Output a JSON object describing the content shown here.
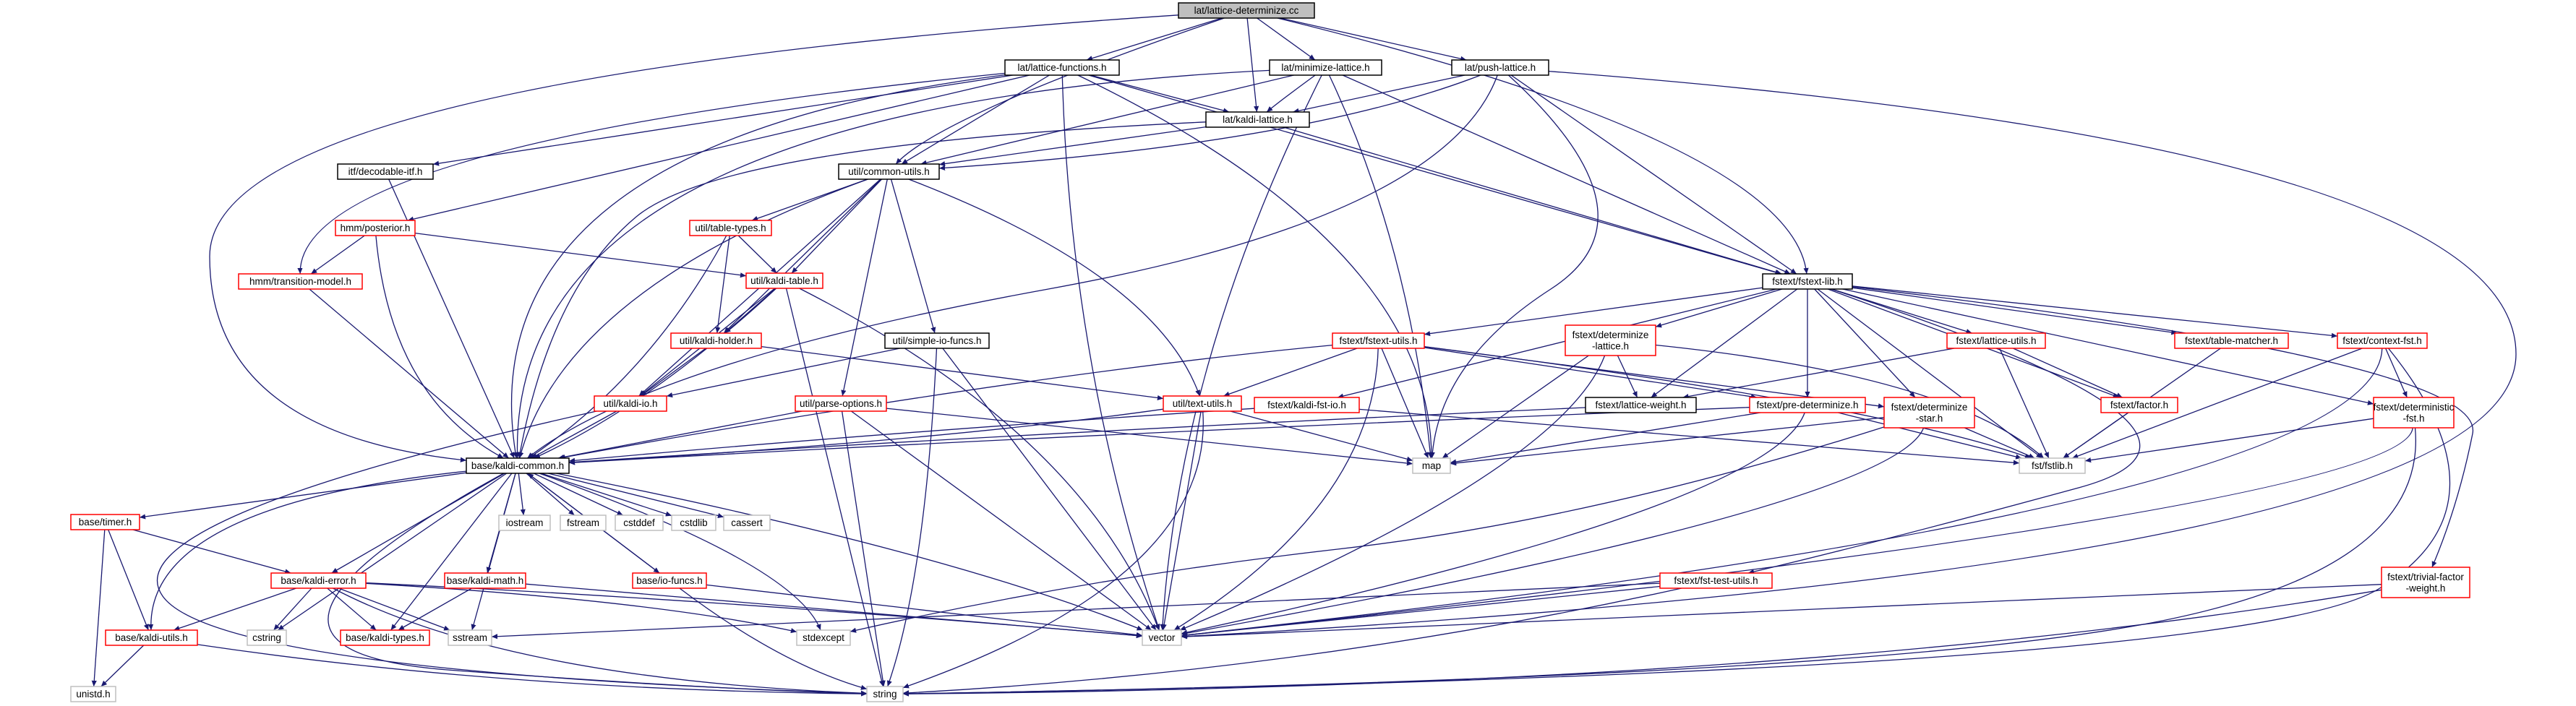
{
  "colors": {
    "edge": "#191970",
    "link_border": "#ff0000",
    "plain_border": "#000000",
    "external_border": "#bfbfbf",
    "external_text": "#404040",
    "root_fill": "#bfbfbf",
    "fill": "#ffffff"
  },
  "nodes": [
    {
      "id": "root",
      "lines": [
        "lat/lattice-determinize.cc"
      ],
      "style": "root"
    },
    {
      "id": "lf",
      "lines": [
        "lat/lattice-functions.h"
      ],
      "style": "plain"
    },
    {
      "id": "ml",
      "lines": [
        "lat/minimize-lattice.h"
      ],
      "style": "plain"
    },
    {
      "id": "pl",
      "lines": [
        "lat/push-lattice.h"
      ],
      "style": "plain"
    },
    {
      "id": "kl",
      "lines": [
        "lat/kaldi-lattice.h"
      ],
      "style": "plain"
    },
    {
      "id": "dec",
      "lines": [
        "itf/decodable-itf.h"
      ],
      "style": "plain"
    },
    {
      "id": "cu",
      "lines": [
        "util/common-utils.h"
      ],
      "style": "plain"
    },
    {
      "id": "post",
      "lines": [
        "hmm/posterior.h"
      ],
      "style": "link"
    },
    {
      "id": "tm",
      "lines": [
        "hmm/transition-model.h"
      ],
      "style": "link"
    },
    {
      "id": "tt",
      "lines": [
        "util/table-types.h"
      ],
      "style": "link"
    },
    {
      "id": "ktb",
      "lines": [
        "util/kaldi-table.h"
      ],
      "style": "link"
    },
    {
      "id": "kh",
      "lines": [
        "util/kaldi-holder.h"
      ],
      "style": "link"
    },
    {
      "id": "sif",
      "lines": [
        "util/simple-io-funcs.h"
      ],
      "style": "plain"
    },
    {
      "id": "kio",
      "lines": [
        "util/kaldi-io.h"
      ],
      "style": "link"
    },
    {
      "id": "po",
      "lines": [
        "util/parse-options.h"
      ],
      "style": "link"
    },
    {
      "id": "tu",
      "lines": [
        "util/text-utils.h"
      ],
      "style": "link"
    },
    {
      "id": "fl",
      "lines": [
        "fstext/fstext-lib.h"
      ],
      "style": "plain"
    },
    {
      "id": "fu",
      "lines": [
        "fstext/fstext-utils.h"
      ],
      "style": "link"
    },
    {
      "id": "dl",
      "lines": [
        "fstext/determinize",
        "-lattice.h"
      ],
      "style": "link"
    },
    {
      "id": "lu",
      "lines": [
        "fstext/lattice-utils.h"
      ],
      "style": "link"
    },
    {
      "id": "tmh",
      "lines": [
        "fstext/table-matcher.h"
      ],
      "style": "link"
    },
    {
      "id": "cf",
      "lines": [
        "fstext/context-fst.h"
      ],
      "style": "link"
    },
    {
      "id": "kfi",
      "lines": [
        "fstext/kaldi-fst-io.h"
      ],
      "style": "link"
    },
    {
      "id": "lw",
      "lines": [
        "fstext/lattice-weight.h"
      ],
      "style": "plain"
    },
    {
      "id": "pd",
      "lines": [
        "fstext/pre-determinize.h"
      ],
      "style": "link"
    },
    {
      "id": "ds",
      "lines": [
        "fstext/determinize",
        "-star.h"
      ],
      "style": "link"
    },
    {
      "id": "fac",
      "lines": [
        "fstext/factor.h"
      ],
      "style": "link"
    },
    {
      "id": "df",
      "lines": [
        "fstext/deterministic",
        "-fst.h"
      ],
      "style": "link"
    },
    {
      "id": "fstlib",
      "lines": [
        "fst/fstlib.h"
      ],
      "style": "external"
    },
    {
      "id": "map",
      "lines": [
        "map"
      ],
      "style": "external"
    },
    {
      "id": "kc",
      "lines": [
        "base/kaldi-common.h"
      ],
      "style": "plain"
    },
    {
      "id": "iostream",
      "lines": [
        "iostream"
      ],
      "style": "external"
    },
    {
      "id": "fstream",
      "lines": [
        "fstream"
      ],
      "style": "external"
    },
    {
      "id": "cstddef",
      "lines": [
        "cstddef"
      ],
      "style": "external"
    },
    {
      "id": "cstdlib",
      "lines": [
        "cstdlib"
      ],
      "style": "external"
    },
    {
      "id": "cassert",
      "lines": [
        "cassert"
      ],
      "style": "external"
    },
    {
      "id": "timer",
      "lines": [
        "base/timer.h"
      ],
      "style": "link"
    },
    {
      "id": "ke",
      "lines": [
        "base/kaldi-error.h"
      ],
      "style": "link"
    },
    {
      "id": "km",
      "lines": [
        "base/kaldi-math.h"
      ],
      "style": "link"
    },
    {
      "id": "iof",
      "lines": [
        "base/io-funcs.h"
      ],
      "style": "link"
    },
    {
      "id": "ftu",
      "lines": [
        "fstext/fst-test-utils.h"
      ],
      "style": "link"
    },
    {
      "id": "tfw",
      "lines": [
        "fstext/trivial-factor",
        "-weight.h"
      ],
      "style": "link"
    },
    {
      "id": "ku",
      "lines": [
        "base/kaldi-utils.h"
      ],
      "style": "link"
    },
    {
      "id": "cstring",
      "lines": [
        "cstring"
      ],
      "style": "external"
    },
    {
      "id": "kt",
      "lines": [
        "base/kaldi-types.h"
      ],
      "style": "link"
    },
    {
      "id": "sstream",
      "lines": [
        "sstream"
      ],
      "style": "external"
    },
    {
      "id": "stdexcept",
      "lines": [
        "stdexcept"
      ],
      "style": "external"
    },
    {
      "id": "vector",
      "lines": [
        "vector"
      ],
      "style": "external"
    },
    {
      "id": "unistd",
      "lines": [
        "unistd.h"
      ],
      "style": "external"
    },
    {
      "id": "string",
      "lines": [
        "string"
      ],
      "style": "external"
    }
  ],
  "edges": [
    [
      "root",
      "lf"
    ],
    [
      "root",
      "ml"
    ],
    [
      "root",
      "pl"
    ],
    [
      "root",
      "kl"
    ],
    [
      "root",
      "cu"
    ],
    [
      "root",
      "fl"
    ],
    [
      "root",
      "kc"
    ],
    [
      "lf",
      "kl"
    ],
    [
      "lf",
      "dec"
    ],
    [
      "lf",
      "cu"
    ],
    [
      "lf",
      "fl"
    ],
    [
      "lf",
      "post"
    ],
    [
      "lf",
      "tm"
    ],
    [
      "lf",
      "kc"
    ],
    [
      "lf",
      "map"
    ],
    [
      "lf",
      "vector"
    ],
    [
      "ml",
      "kl"
    ],
    [
      "ml",
      "cu"
    ],
    [
      "ml",
      "fl"
    ],
    [
      "ml",
      "kc"
    ],
    [
      "ml",
      "map"
    ],
    [
      "ml",
      "vector"
    ],
    [
      "pl",
      "kl"
    ],
    [
      "pl",
      "cu"
    ],
    [
      "pl",
      "fl"
    ],
    [
      "pl",
      "kc"
    ],
    [
      "pl",
      "map"
    ],
    [
      "pl",
      "vector"
    ],
    [
      "kl",
      "cu"
    ],
    [
      "kl",
      "fl"
    ],
    [
      "kl",
      "kc"
    ],
    [
      "dec",
      "kc"
    ],
    [
      "cu",
      "tt"
    ],
    [
      "cu",
      "ktb"
    ],
    [
      "cu",
      "kh"
    ],
    [
      "cu",
      "sif"
    ],
    [
      "cu",
      "kio"
    ],
    [
      "cu",
      "po"
    ],
    [
      "cu",
      "tu"
    ],
    [
      "cu",
      "kc"
    ],
    [
      "post",
      "tm"
    ],
    [
      "post",
      "ktb"
    ],
    [
      "post",
      "kc"
    ],
    [
      "tm",
      "kc"
    ],
    [
      "tt",
      "ktb"
    ],
    [
      "tt",
      "kh"
    ],
    [
      "tt",
      "kc"
    ],
    [
      "ktb",
      "kh"
    ],
    [
      "ktb",
      "kio"
    ],
    [
      "ktb",
      "kc"
    ],
    [
      "ktb",
      "vector"
    ],
    [
      "ktb",
      "string"
    ],
    [
      "kh",
      "kio"
    ],
    [
      "kh",
      "tu"
    ],
    [
      "sif",
      "kio"
    ],
    [
      "sif",
      "vector"
    ],
    [
      "sif",
      "string"
    ],
    [
      "kio",
      "kc"
    ],
    [
      "kio",
      "string"
    ],
    [
      "po",
      "kc"
    ],
    [
      "po",
      "map"
    ],
    [
      "po",
      "vector"
    ],
    [
      "po",
      "string"
    ],
    [
      "tu",
      "kc"
    ],
    [
      "tu",
      "map"
    ],
    [
      "tu",
      "vector"
    ],
    [
      "tu",
      "string"
    ],
    [
      "fl",
      "fu"
    ],
    [
      "fl",
      "dl"
    ],
    [
      "fl",
      "lu"
    ],
    [
      "fl",
      "tmh"
    ],
    [
      "fl",
      "cf"
    ],
    [
      "fl",
      "kfi"
    ],
    [
      "fl",
      "lw"
    ],
    [
      "fl",
      "pd"
    ],
    [
      "fl",
      "ds"
    ],
    [
      "fl",
      "fac"
    ],
    [
      "fl",
      "df"
    ],
    [
      "fl",
      "ftu"
    ],
    [
      "fl",
      "tfw"
    ],
    [
      "fl",
      "fstlib"
    ],
    [
      "fu",
      "kc"
    ],
    [
      "fu",
      "tu"
    ],
    [
      "fu",
      "pd"
    ],
    [
      "fu",
      "ds"
    ],
    [
      "fu",
      "map"
    ],
    [
      "fu",
      "vector"
    ],
    [
      "fu",
      "fstlib"
    ],
    [
      "dl",
      "lw"
    ],
    [
      "dl",
      "map"
    ],
    [
      "dl",
      "vector"
    ],
    [
      "dl",
      "fstlib"
    ],
    [
      "lu",
      "lw"
    ],
    [
      "lu",
      "fac"
    ],
    [
      "lu",
      "fstlib"
    ],
    [
      "tmh",
      "fstlib"
    ],
    [
      "cf",
      "df"
    ],
    [
      "cf",
      "fstlib"
    ],
    [
      "cf",
      "vector"
    ],
    [
      "cf",
      "string"
    ],
    [
      "kfi",
      "kc"
    ],
    [
      "kfi",
      "fstlib"
    ],
    [
      "lw",
      "kc"
    ],
    [
      "pd",
      "kc"
    ],
    [
      "pd",
      "map"
    ],
    [
      "pd",
      "vector"
    ],
    [
      "pd",
      "fstlib"
    ],
    [
      "ds",
      "map"
    ],
    [
      "ds",
      "vector"
    ],
    [
      "ds",
      "stdexcept"
    ],
    [
      "ds",
      "fstlib"
    ],
    [
      "fac",
      "fstlib"
    ],
    [
      "df",
      "fstlib"
    ],
    [
      "df",
      "vector"
    ],
    [
      "df",
      "string"
    ],
    [
      "kc",
      "iostream"
    ],
    [
      "kc",
      "fstream"
    ],
    [
      "kc",
      "cstddef"
    ],
    [
      "kc",
      "cstdlib"
    ],
    [
      "kc",
      "cassert"
    ],
    [
      "kc",
      "timer"
    ],
    [
      "kc",
      "ke"
    ],
    [
      "kc",
      "km"
    ],
    [
      "kc",
      "iof"
    ],
    [
      "kc",
      "ku"
    ],
    [
      "kc",
      "kt"
    ],
    [
      "kc",
      "cstring"
    ],
    [
      "kc",
      "sstream"
    ],
    [
      "kc",
      "stdexcept"
    ],
    [
      "kc",
      "vector"
    ],
    [
      "kc",
      "string"
    ],
    [
      "timer",
      "ke"
    ],
    [
      "timer",
      "ku"
    ],
    [
      "timer",
      "unistd"
    ],
    [
      "ke",
      "ku"
    ],
    [
      "ke",
      "kt"
    ],
    [
      "ke",
      "cstring"
    ],
    [
      "ke",
      "sstream"
    ],
    [
      "ke",
      "stdexcept"
    ],
    [
      "ke",
      "vector"
    ],
    [
      "ke",
      "string"
    ],
    [
      "km",
      "kt"
    ],
    [
      "km",
      "vector"
    ],
    [
      "iof",
      "kc"
    ],
    [
      "iof",
      "vector"
    ],
    [
      "iof",
      "string"
    ],
    [
      "ku",
      "unistd"
    ],
    [
      "ku",
      "string"
    ],
    [
      "ftu",
      "sstream"
    ],
    [
      "ftu",
      "vector"
    ],
    [
      "ftu",
      "string"
    ],
    [
      "tfw",
      "vector"
    ],
    [
      "tfw",
      "string"
    ]
  ]
}
